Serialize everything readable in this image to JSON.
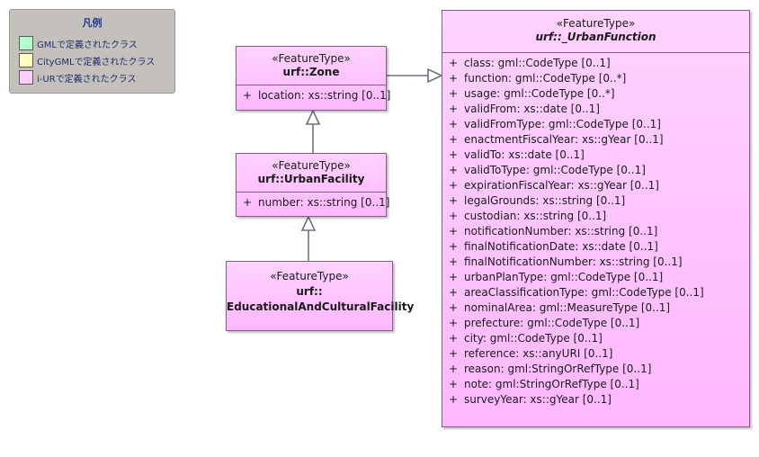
{
  "legend": {
    "title": "凡例",
    "items": [
      {
        "label": "GMLで定義されたクラス",
        "color": "#b3ffcc"
      },
      {
        "label": "CityGMLで定義されたクラス",
        "color": "#ffffc0"
      },
      {
        "label": "i-URで定義されたクラス",
        "color": "#ffccff"
      }
    ]
  },
  "classes": {
    "zone": {
      "stereotype": "«FeatureType»",
      "name": "urf::Zone",
      "attributes": [
        {
          "vis": "+",
          "text": "location: xs::string [0..1]"
        }
      ]
    },
    "urban_facility": {
      "stereotype": "«FeatureType»",
      "name": "urf::UrbanFacility",
      "attributes": [
        {
          "vis": "+",
          "text": "number: xs::string [0..1]"
        }
      ]
    },
    "edu_facility": {
      "stereotype": "«FeatureType»",
      "name_line1": "urf::",
      "name_line2": "EducationalAndCulturalFacility"
    },
    "urban_function": {
      "stereotype": "«FeatureType»",
      "name": "urf::_UrbanFunction",
      "attributes": [
        {
          "vis": "+",
          "text": "class: gml::CodeType [0..1]"
        },
        {
          "vis": "+",
          "text": "function: gml::CodeType [0..*]"
        },
        {
          "vis": "+",
          "text": "usage: gml::CodeType [0..*]"
        },
        {
          "vis": "+",
          "text": "validFrom: xs::date [0..1]"
        },
        {
          "vis": "+",
          "text": "validFromType: gml::CodeType [0..1]"
        },
        {
          "vis": "+",
          "text": "enactmentFiscalYear: xs::gYear [0..1]"
        },
        {
          "vis": "+",
          "text": "validTo: xs::date [0..1]"
        },
        {
          "vis": "+",
          "text": "validToType: gml::CodeType [0..1]"
        },
        {
          "vis": "+",
          "text": "expirationFiscalYear: xs::gYear [0..1]"
        },
        {
          "vis": "+",
          "text": "legalGrounds: xs::string [0..1]"
        },
        {
          "vis": "+",
          "text": "custodian: xs::string [0..1]"
        },
        {
          "vis": "+",
          "text": "notificationNumber: xs::string [0..1]"
        },
        {
          "vis": "+",
          "text": "finalNotificationDate: xs::date [0..1]"
        },
        {
          "vis": "+",
          "text": "finalNotificationNumber: xs::string [0..1]"
        },
        {
          "vis": "+",
          "text": "urbanPlanType: gml::CodeType [0..1]"
        },
        {
          "vis": "+",
          "text": "areaClassificationType: gml::CodeType [0..1]"
        },
        {
          "vis": "+",
          "text": "nominalArea: gml::MeasureType [0..1]"
        },
        {
          "vis": "+",
          "text": "prefecture: gml::CodeType [0..1]"
        },
        {
          "vis": "+",
          "text": "city: gml::CodeType [0..1]"
        },
        {
          "vis": "+",
          "text": "reference: xs::anyURI [0..1]"
        },
        {
          "vis": "+",
          "text": "reason: gml:StringOrRefType [0..1]"
        },
        {
          "vis": "+",
          "text": "note: gml:StringOrRefType [0..1]"
        },
        {
          "vis": "+",
          "text": "surveyYear: xs::gYear [0..1]"
        }
      ]
    }
  }
}
